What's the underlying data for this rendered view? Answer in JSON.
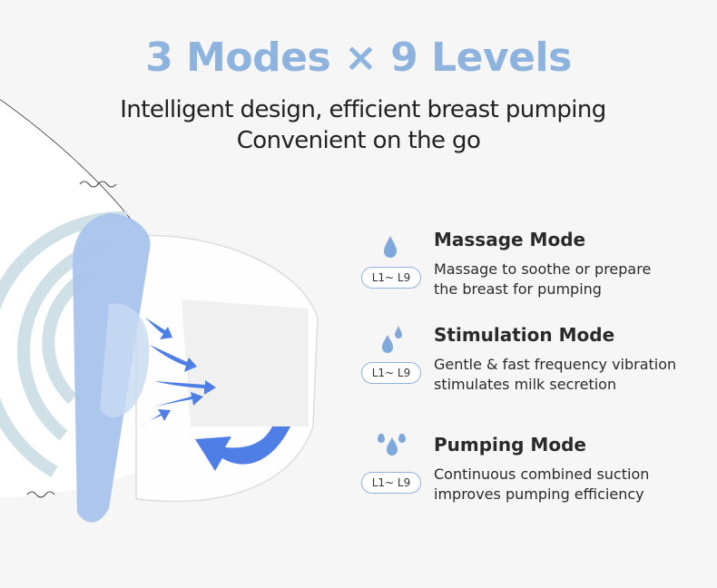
{
  "header": {
    "title": "3 Modes × 9 Levels",
    "subtitle_line1": "Intelligent design, efficient breast pumping",
    "subtitle_line2": "Convenient on the go"
  },
  "modes": [
    {
      "title": "Massage Mode",
      "level": "L1~ L9",
      "desc_line1": "Massage to soothe or prepare",
      "desc_line2": "the breast for pumping",
      "drops": 1
    },
    {
      "title": "Stimulation Mode",
      "level": "L1~ L9",
      "desc_line1": "Gentle & fast frequency vibration",
      "desc_line2": "stimulates milk secretion",
      "drops": 2
    },
    {
      "title": "Pumping Mode",
      "level": "L1~ L9",
      "desc_line1": "Continuous combined suction",
      "desc_line2": "improves pumping efficiency",
      "drops": 3
    }
  ],
  "colors": {
    "accent": "#8fb3df",
    "drop": "#7fa8dc",
    "arrow": "#4f7fe6",
    "shield": "#a9c3ec"
  }
}
